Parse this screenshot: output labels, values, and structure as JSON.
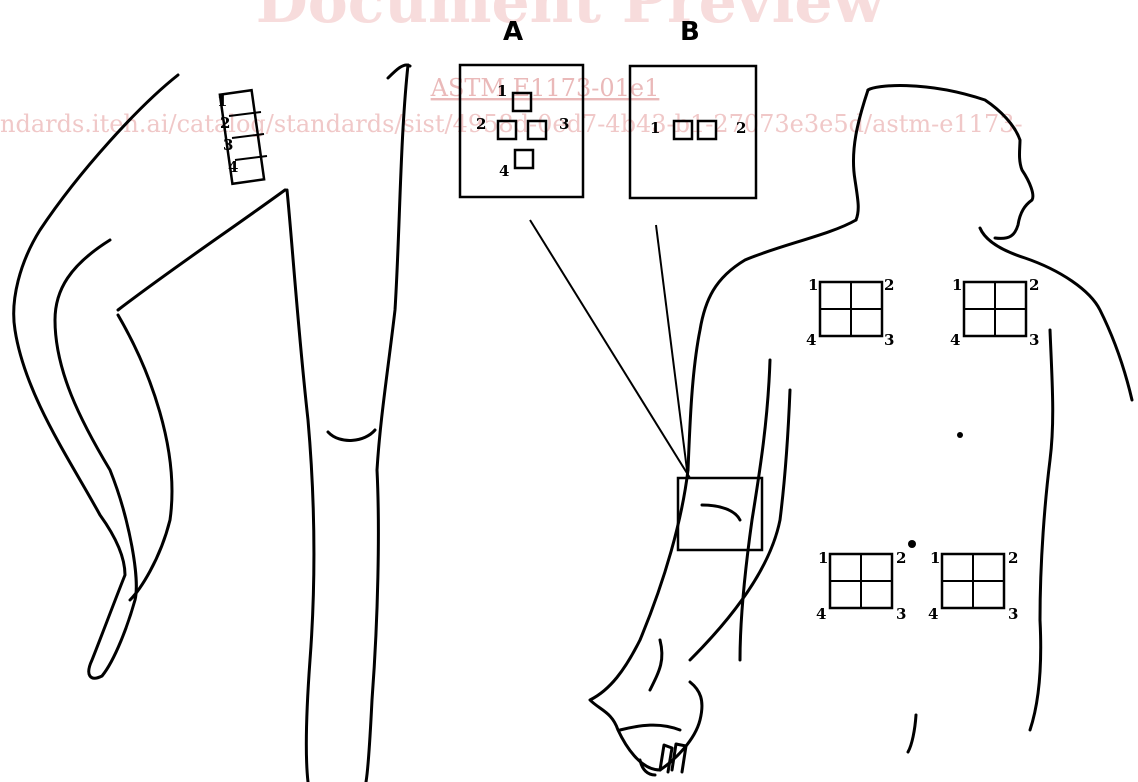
{
  "watermark": {
    "title": "Document Preview",
    "standard": "ASTM E1173-01e1",
    "url": "ndards.iteh.ai/catalog/standards/sist/4958d-0ed7-4b43-b1-27073e3e5d/astm-e1173-"
  },
  "panels": [
    {
      "letter": "A",
      "site_labels": [
        "1",
        "2",
        "3",
        "4"
      ]
    },
    {
      "letter": "B",
      "site_labels": [
        "1",
        "2"
      ]
    }
  ],
  "leg_strip": {
    "labels": [
      "1",
      "2",
      "3",
      "4"
    ]
  },
  "torso_grids": [
    {
      "corner_labels": [
        "1",
        "2",
        "3",
        "4"
      ]
    },
    {
      "corner_labels": [
        "1",
        "2",
        "3",
        "4"
      ]
    },
    {
      "corner_labels": [
        "1",
        "2",
        "3",
        "4"
      ]
    },
    {
      "corner_labels": [
        "1",
        "2",
        "3",
        "4"
      ]
    }
  ]
}
